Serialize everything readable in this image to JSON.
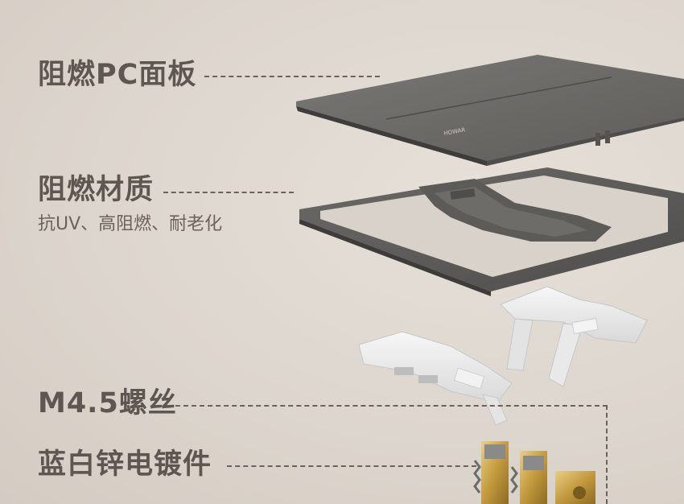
{
  "labels": {
    "panel": "阻燃PC面板",
    "material": "阻燃材质",
    "material_sub": "抗UV、高阻燃、耐老化",
    "screw": "M4.5螺丝",
    "plating": "蓝白锌电镀件"
  },
  "brand_mark": "HOWAR",
  "colors": {
    "background": "#ddd6ce",
    "text": "#5e5650",
    "panel": "#6b6966",
    "frame": "#5a5856",
    "white_part": "#eeeeee",
    "brass": "#c9a24a"
  }
}
